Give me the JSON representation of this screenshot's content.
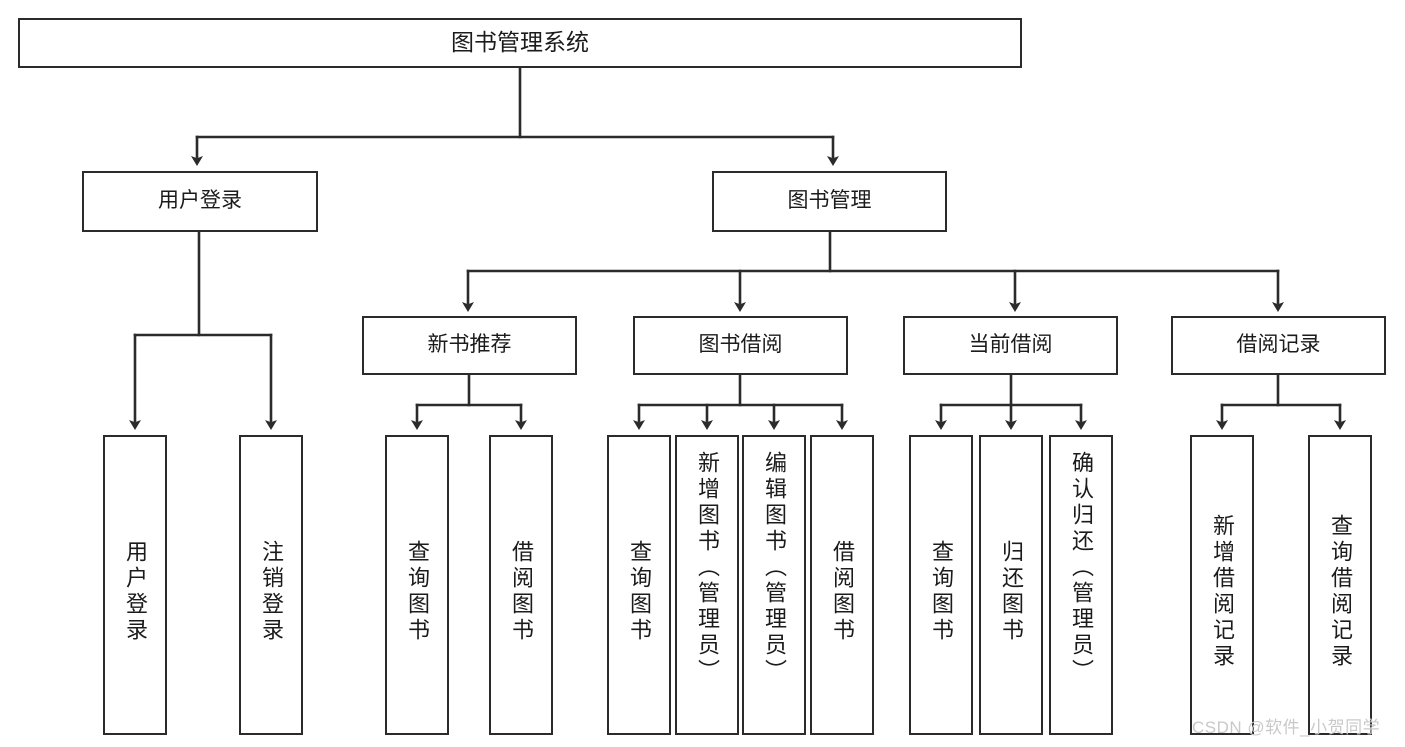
{
  "diagram": {
    "type": "hierarchy-tree",
    "title": "图书管理系统",
    "watermark": "CSDN @软件_小贺同学",
    "colors": {
      "box_border": "#2b2b2b",
      "box_fill": "#ffffff",
      "line": "#2b2b2b",
      "text": "#1b1b1b",
      "watermark": "#c9c9c9",
      "background": "#ffffff"
    },
    "root": {
      "label": "图书管理系统"
    },
    "level1": [
      {
        "label": "用户登录"
      },
      {
        "label": "图书管理"
      }
    ],
    "level2": [
      {
        "label": "新书推荐"
      },
      {
        "label": "图书借阅"
      },
      {
        "label": "当前借阅"
      },
      {
        "label": "借阅记录"
      }
    ],
    "leaves": {
      "user_login": [
        {
          "label": "用户登录"
        },
        {
          "label": "注销登录"
        }
      ],
      "new_book_recommend": [
        {
          "label": "查询图书"
        },
        {
          "label": "借阅图书"
        }
      ],
      "book_borrow": [
        {
          "label": "查询图书"
        },
        {
          "label": "新增图书（管理员）"
        },
        {
          "label": "编辑图书（管理员）"
        },
        {
          "label": "借阅图书"
        }
      ],
      "current_borrow": [
        {
          "label": "查询图书"
        },
        {
          "label": "归还图书"
        },
        {
          "label": "确认归还（管理员）"
        }
      ],
      "borrow_record": [
        {
          "label": "新增借阅记录"
        },
        {
          "label": "查询借阅记录"
        }
      ]
    }
  }
}
